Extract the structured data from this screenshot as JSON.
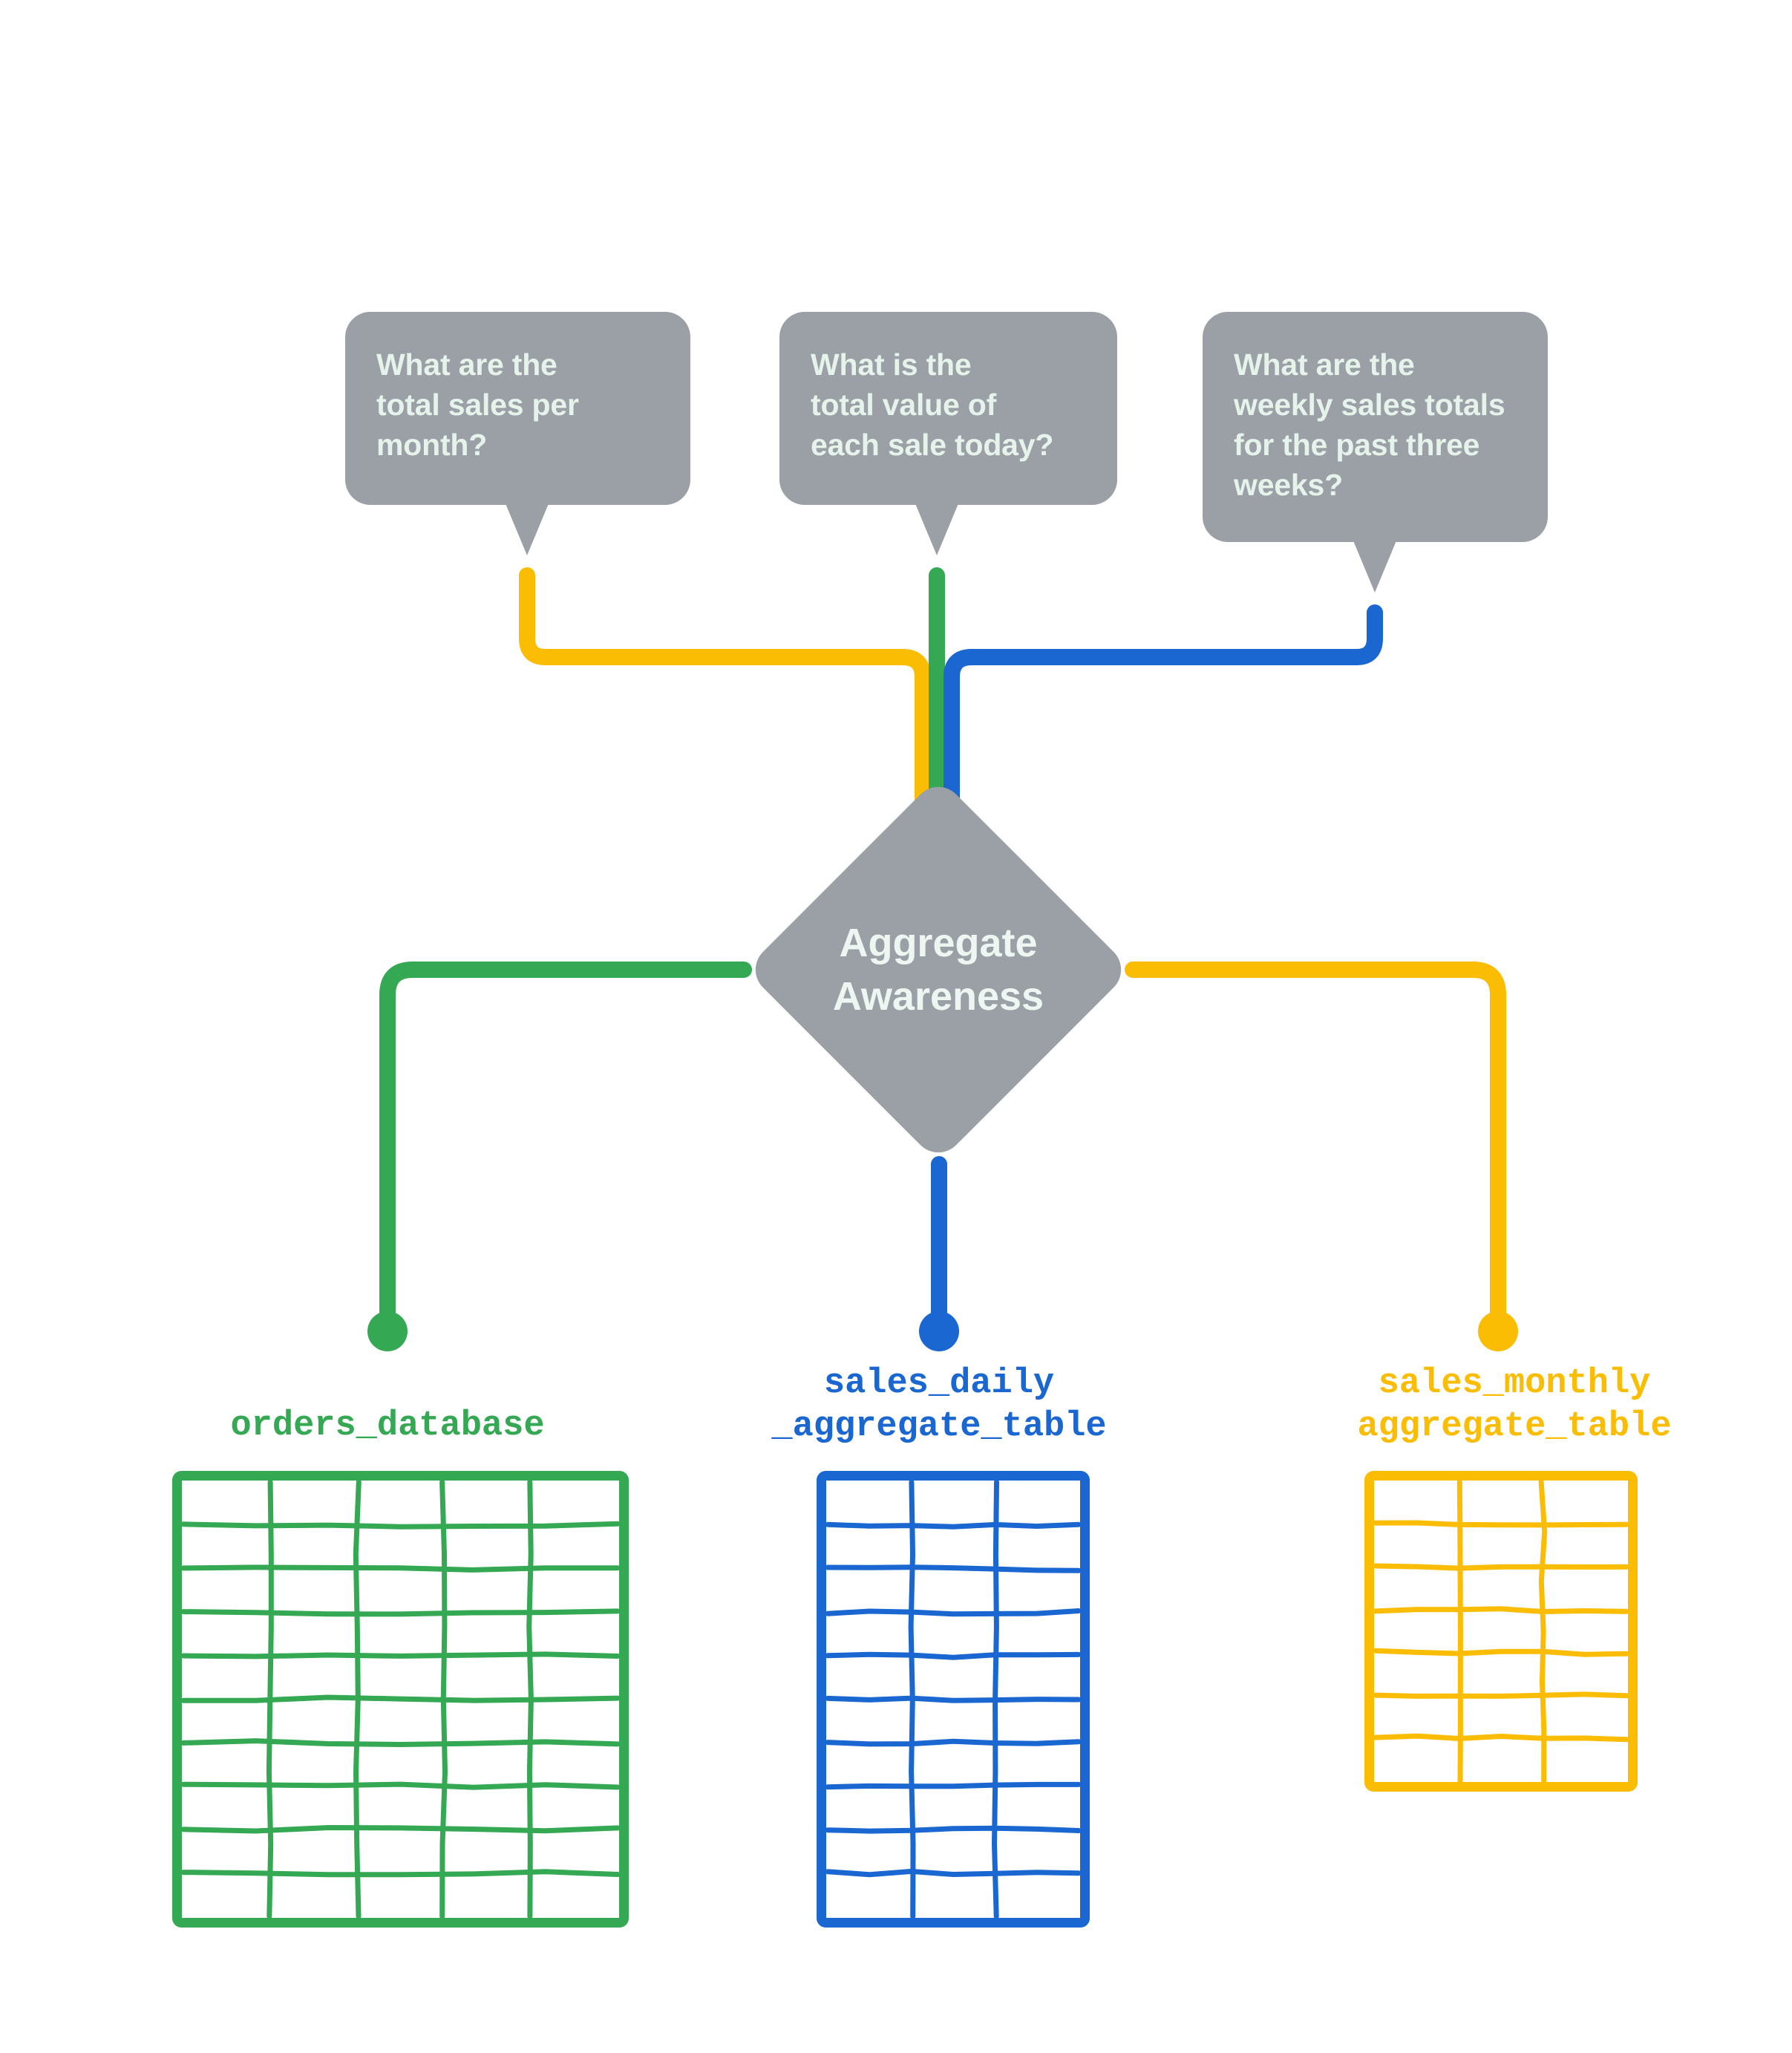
{
  "diagram": {
    "title": "Aggregate Awareness",
    "center_node": {
      "label": "Aggregate\nAwareness",
      "shape": "diamond",
      "fill_color": "#9AA0A6",
      "text_color": "#EEF6F1"
    },
    "questions": [
      {
        "id": "question-monthly",
        "text": "What are the\ntotal sales per\nmonth?",
        "connector_color": "#FBBC04",
        "bubble_color": "#9AA0A6"
      },
      {
        "id": "question-daily",
        "text": "What is the\ntotal value of\neach sale today?",
        "connector_color": "#34A853",
        "bubble_color": "#9AA0A6"
      },
      {
        "id": "question-weekly",
        "text": "What are the\nweekly sales totals\nfor the past three\nweeks?",
        "connector_color": "#1A67D2",
        "bubble_color": "#9AA0A6"
      }
    ],
    "data_sources": [
      {
        "id": "orders-database",
        "label": "orders_database",
        "color": "#34A853",
        "columns": 5,
        "rows": 10
      },
      {
        "id": "sales-daily-aggregate-table",
        "label": "sales_daily\n_aggregate_table",
        "color": "#1A67D2",
        "columns": 3,
        "rows": 10
      },
      {
        "id": "sales-monthly-aggregate-table",
        "label": "sales_monthly\naggregate_table",
        "color": "#FBBC04",
        "columns": 3,
        "rows": 7
      }
    ],
    "colors": {
      "green": "#34A853",
      "blue": "#1A67D2",
      "yellow": "#FBBC04",
      "gray": "#9AA0A6",
      "bubble_text": "#E6F3EA",
      "background": "#FFFFFF"
    }
  }
}
